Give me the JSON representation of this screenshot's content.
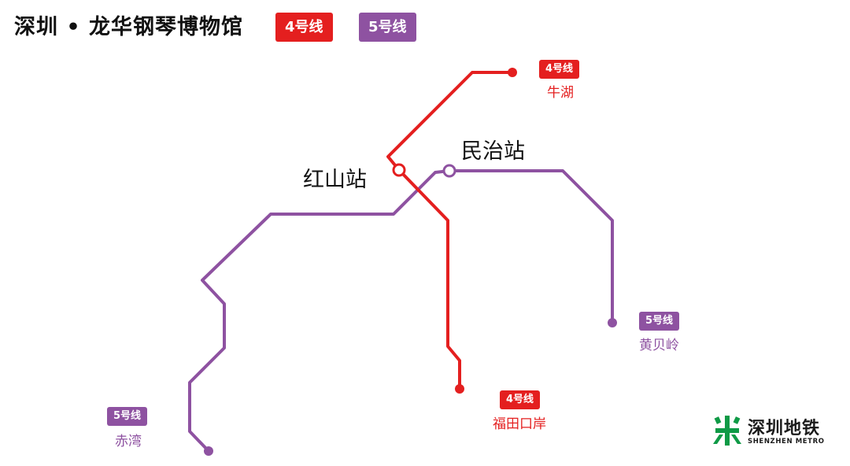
{
  "header": {
    "title": "深圳 • 龙华钢琴博物馆",
    "legend": [
      {
        "label": "4号线",
        "color": "#e41f1f"
      },
      {
        "label": "5号线",
        "color": "#8e52a1"
      }
    ]
  },
  "lines": {
    "line4": {
      "label": "4号线",
      "color": "#e41f1f"
    },
    "line5": {
      "label": "5号线",
      "color": "#8e52a1"
    }
  },
  "stations": {
    "hongshan": "红山站",
    "minzhi": "民治站"
  },
  "terminals": {
    "niuhu": {
      "line": "4号线",
      "name": "牛湖"
    },
    "futian": {
      "line": "4号线",
      "name": "福田口岸"
    },
    "huangbeiling": {
      "line": "5号线",
      "name": "黄贝岭"
    },
    "chiwan": {
      "line": "5号线",
      "name": "赤湾"
    }
  },
  "logo": {
    "name": "深圳地铁",
    "english": "SHENZHEN METRO",
    "icon": "shenzhen-metro-logo-icon",
    "color": "#0f9a46"
  }
}
